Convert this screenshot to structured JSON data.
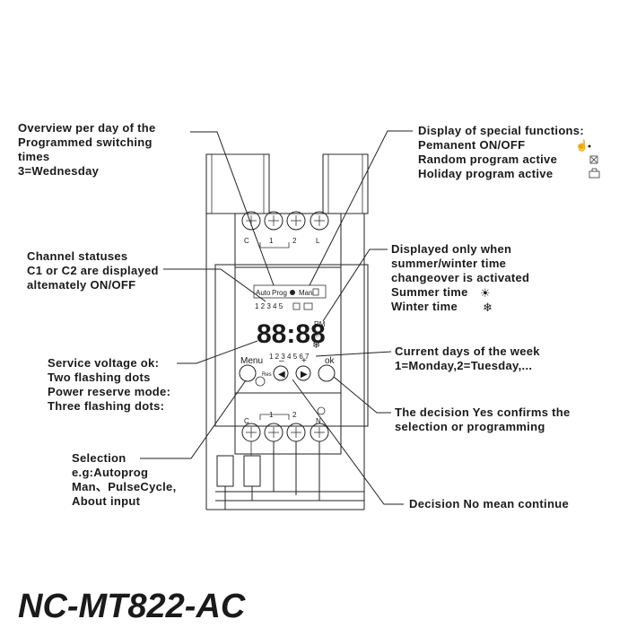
{
  "callouts": {
    "overview": [
      "Overview per day of the",
      "Programmed switching",
      "times",
      "3=Wednesday"
    ],
    "special": [
      "Display of special functions:",
      "Pemanent ON/OFF",
      "Random program active",
      "Holiday program active"
    ],
    "channel": [
      "Channel statuses",
      "C1  or C2 are displayed",
      "altemately ON/OFF"
    ],
    "summer": [
      "Displayed only when",
      "summer/winter time",
      "changeover is activated",
      "Summer time",
      "Winter  time"
    ],
    "service": [
      "Service voltage ok:",
      "Two flashing dots",
      "Power reserve mode:",
      "Three flashing dots:"
    ],
    "days": [
      "Current days of the week",
      "1=Monday,2=Tuesday,..."
    ],
    "selection": [
      "Selection",
      "e.g:Autoprog",
      "Man、PulseCycle,",
      "About input"
    ],
    "decision_yes": [
      "The decision Yes confirms the",
      "selection or programming"
    ],
    "decision_no": [
      "Decision No mean continue"
    ]
  },
  "device": {
    "top_terminals": [
      "C",
      "1",
      "2",
      "L"
    ],
    "bottom_terminals": [
      "C",
      "1",
      "2",
      "N"
    ],
    "lcd_top": [
      "Auto",
      "Prog",
      "Man"
    ],
    "lcd_bars": "1 2 3 4 5",
    "lcd_digits": "88:88",
    "rm": "RM",
    "days_row": "1  2  3  4  5  6  7",
    "menu": "Menu",
    "ok": "ok",
    "minus": "–",
    "plus": "+",
    "res": "Res"
  },
  "model": "NC-MT822-AC"
}
